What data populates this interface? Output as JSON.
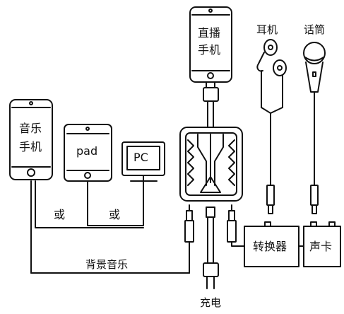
{
  "labels": {
    "live_phone_line1": "直播",
    "live_phone_line2": "手机",
    "music_phone_line1": "音乐",
    "music_phone_line2": "手机",
    "pad": "pad",
    "pc": "PC",
    "earphones": "耳机",
    "microphone": "话筒",
    "or_1": "或",
    "or_2": "或",
    "background_music": "背景音乐",
    "converter": "转换器",
    "sound_card": "声卡",
    "charging": "充电"
  },
  "colors": {
    "stroke": "#111111",
    "background": "#ffffff"
  },
  "icons": [
    "smartphone-icon",
    "tablet-icon",
    "monitor-icon",
    "earphones-icon",
    "microphone-icon",
    "power-plug-icon",
    "audio-jack-icon",
    "adapter-hub-icon"
  ]
}
